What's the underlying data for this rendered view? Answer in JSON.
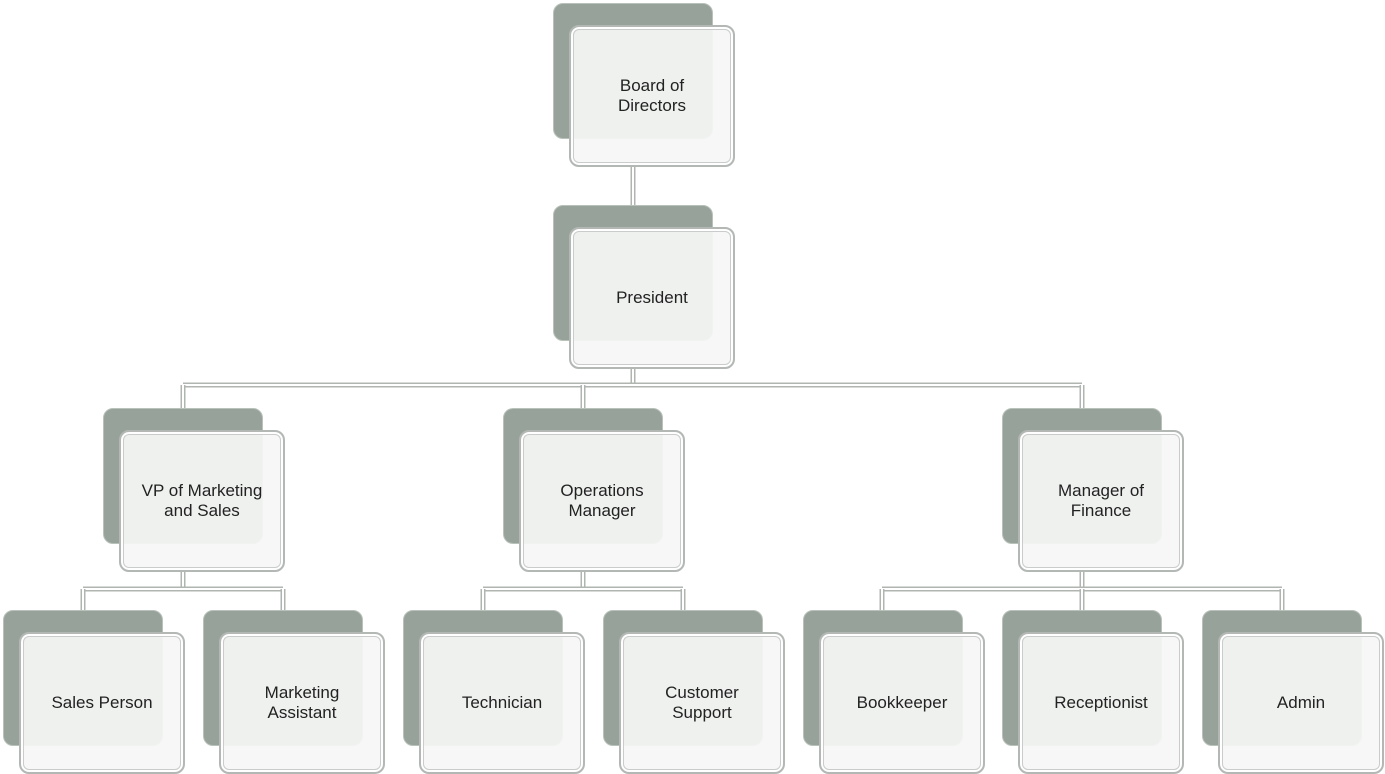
{
  "colors": {
    "back_box": "#97a39a",
    "front_box": "#f4f5f4",
    "box_border": "#b4b8b5",
    "connector": "#b0b5b1",
    "text": "#222222"
  },
  "nodes": {
    "board": {
      "label": "Board of\nDirectors"
    },
    "president": {
      "label": "President"
    },
    "vp_marketing": {
      "label": "VP of Marketing\nand Sales"
    },
    "operations_manager": {
      "label": "Operations\nManager"
    },
    "finance_manager": {
      "label": "Manager of\nFinance"
    },
    "sales_person": {
      "label": "Sales Person"
    },
    "marketing_assistant": {
      "label": "Marketing\nAssistant"
    },
    "technician": {
      "label": "Technician"
    },
    "customer_support": {
      "label": "Customer\nSupport"
    },
    "bookkeeper": {
      "label": "Bookkeeper"
    },
    "receptionist": {
      "label": "Receptionist"
    },
    "admin": {
      "label": "Admin"
    }
  },
  "edges": [
    {
      "from": "board",
      "to": "president"
    },
    {
      "from": "president",
      "to": "vp_marketing"
    },
    {
      "from": "president",
      "to": "operations_manager"
    },
    {
      "from": "president",
      "to": "finance_manager"
    },
    {
      "from": "vp_marketing",
      "to": "sales_person"
    },
    {
      "from": "vp_marketing",
      "to": "marketing_assistant"
    },
    {
      "from": "operations_manager",
      "to": "technician"
    },
    {
      "from": "operations_manager",
      "to": "customer_support"
    },
    {
      "from": "finance_manager",
      "to": "bookkeeper"
    },
    {
      "from": "finance_manager",
      "to": "receptionist"
    },
    {
      "from": "finance_manager",
      "to": "admin"
    }
  ]
}
